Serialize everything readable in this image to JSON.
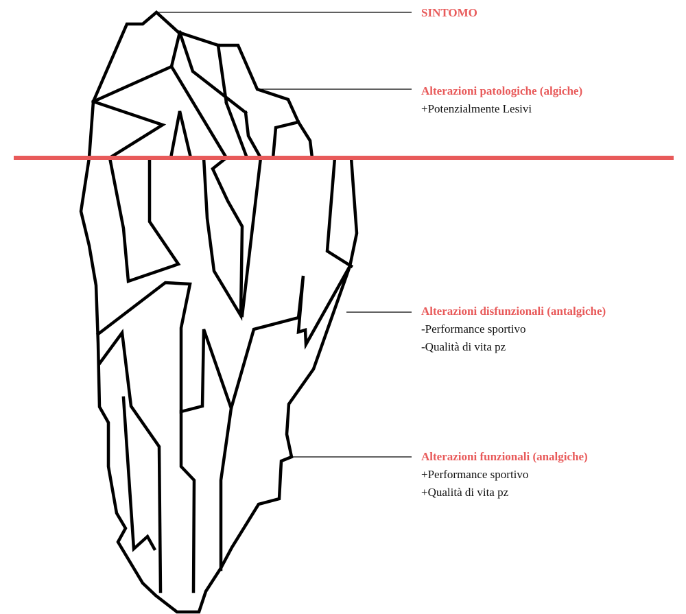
{
  "colors": {
    "accent": "#e85a5a",
    "outline": "#000000",
    "text": "#111111"
  },
  "labels": {
    "sintomo": {
      "title": "SINTOMO",
      "lines": []
    },
    "patologiche": {
      "title": "Alterazioni patologiche (algiche)",
      "lines": [
        "+Potenzialmente Lesivi"
      ]
    },
    "disfunzionali": {
      "title": "Alterazioni disfunzionali (antalgiche)",
      "lines": [
        "-Performance sportivo",
        "-Qualità di vita pz"
      ]
    },
    "funzionali": {
      "title": "Alterazioni funzionali (analgiche)",
      "lines": [
        "+Performance sportivo",
        "+Qualità di vita pz"
      ]
    }
  }
}
